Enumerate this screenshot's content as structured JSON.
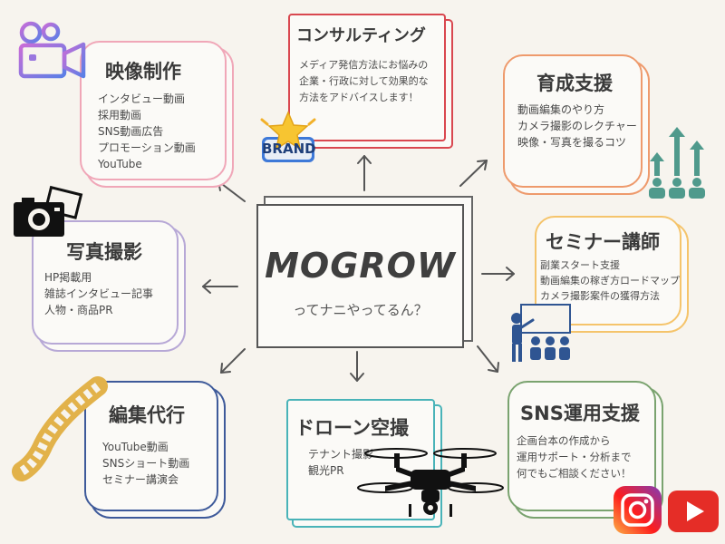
{
  "center": {
    "title": "MOGROW",
    "subtitle": "ってナニやってるん？"
  },
  "nodes": {
    "video": {
      "title": "映像制作",
      "items": [
        "インタビュー動画",
        "採用動画",
        "SNS動画広告",
        "プロモーション動画",
        "YouTube"
      ],
      "color": "#f0a7b8"
    },
    "consulting": {
      "title": "コンサルティング",
      "items": [
        "メディア発信方法にお悩みの",
        "企業・行政に対して効果的な",
        "方法をアドバイスします！"
      ],
      "color": "#d9474f"
    },
    "training": {
      "title": "育成支援",
      "items": [
        "動画編集のやり方",
        "カメラ撮影のレクチャー",
        "映像・写真を撮るコツ"
      ],
      "color": "#ee9a6c"
    },
    "photo": {
      "title": "写真撮影",
      "items": [
        "HP掲載用",
        "雑誌インタビュー記事",
        "人物・商品PR"
      ],
      "color": "#b7a8d6"
    },
    "seminar": {
      "title": "セミナー講師",
      "items": [
        "副業スタート支援",
        "動画編集の稼ぎ方ロードマップ",
        "カメラ撮影案件の獲得方法"
      ],
      "color": "#f5c46b"
    },
    "editing": {
      "title": "編集代行",
      "items": [
        "YouTube動画",
        "SNSショート動画",
        "セミナー講演会"
      ],
      "color": "#3e5a9a"
    },
    "drone": {
      "title": "ドローン空撮",
      "items": [
        "テナント撮影",
        "観光PR"
      ],
      "color": "#49b3b8"
    },
    "sns": {
      "title": "SNS運用支援",
      "items": [
        "企画台本の作成から",
        "運用サポート・分析まで",
        "何でもご相談ください！"
      ],
      "color": "#7aa36f"
    }
  },
  "badge": {
    "text": "BRAND"
  },
  "icons": [
    "video-camera-icon",
    "camera-icon",
    "brand-star-icon",
    "growth-people-icon",
    "presentation-icon",
    "film-strip-icon",
    "drone-icon",
    "instagram-icon",
    "youtube-icon"
  ]
}
